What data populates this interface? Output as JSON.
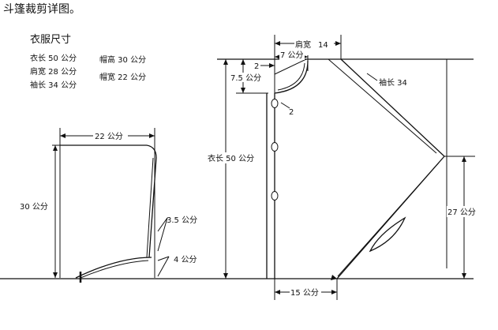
{
  "caption": "斗篷裁剪详图。",
  "legend": {
    "title": "衣服尺寸",
    "items_left": [
      "衣长 50 公分",
      "肩宽 28 公分",
      "袖长 34 公分"
    ],
    "items_right": [
      "帽高 30 公分",
      "帽宽 22 公分"
    ]
  },
  "hood": {
    "width_label": "22 公分",
    "height_label": "30 公分",
    "dim_a_label": "3.5 公分",
    "dim_b_label": "4 公分"
  },
  "body": {
    "shoulder_label": "肩宽",
    "shoulder_value": "14",
    "neck_w_label": "7 公分",
    "neck_d_label": "2",
    "neck_h_label": "7.5 公分",
    "button_label": "2",
    "length_label": "衣长 50 公分",
    "sleeve_label": "袖长 34",
    "side_label": "27 公分",
    "hem_label": "15 公分"
  },
  "colors": {
    "line": "#111111",
    "background": "#ffffff"
  }
}
